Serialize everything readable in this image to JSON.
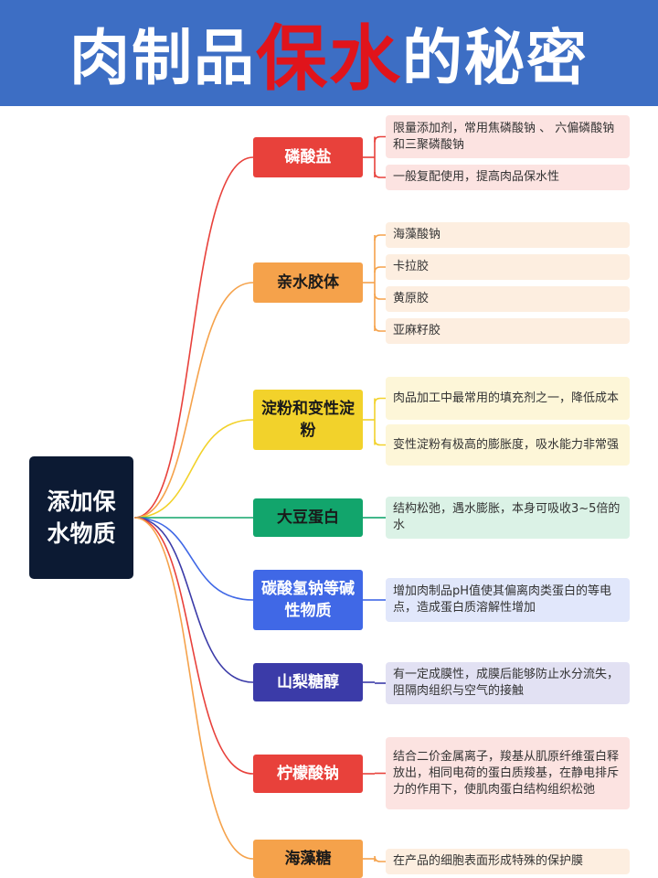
{
  "title": {
    "part1": "肉制品",
    "highlight": "保水",
    "part2": "的秘密"
  },
  "root": {
    "label": "添加保水物质"
  },
  "colors": {
    "header_bg": "#3d6ec4",
    "title_text": "#ffffff",
    "title_highlight": "#e0141b",
    "root_bg": "#0c1a33"
  },
  "branches": [
    {
      "label": "磷酸盐",
      "color": "#e8413b",
      "text_color": "#ffffff",
      "leaf_bg": "#fce3e1",
      "items": [
        "限量添加剂，常用焦磷酸钠 、 六偏磷酸钠和三聚磷酸钠",
        "一般复配使用，提高肉品保水性"
      ]
    },
    {
      "label": "亲水胶体",
      "color": "#f5a24b",
      "text_color": "#1a1a1a",
      "leaf_bg": "#fdeee0",
      "items": [
        "海藻酸钠",
        "卡拉胶",
        "黄原胶",
        "亚麻籽胶"
      ]
    },
    {
      "label": "淀粉和变性淀粉",
      "color": "#f2d22b",
      "text_color": "#1a1a1a",
      "leaf_bg": "#fdf6d8",
      "items": [
        "肉品加工中最常用的填充剂之一，降低成本",
        "变性淀粉有极高的膨胀度，吸水能力非常强"
      ]
    },
    {
      "label": "大豆蛋白",
      "color": "#12a56c",
      "text_color": "#1a1a1a",
      "leaf_bg": "#dbf2e6",
      "items": [
        "结构松弛，遇水膨胀，本身可吸收3~5倍的水"
      ]
    },
    {
      "label": "碳酸氢钠等碱性物质",
      "color": "#4068e6",
      "text_color": "#ffffff",
      "leaf_bg": "#e1e7fb",
      "items": [
        "增加肉制品pH值使其偏离肉类蛋白的等电点，造成蛋白质溶解性增加"
      ]
    },
    {
      "label": "山梨糖醇",
      "color": "#3b3ba8",
      "text_color": "#ffffff",
      "leaf_bg": "#e2e1f3",
      "items": [
        "有一定成膜性，成膜后能够防止水分流失，阻隔肉组织与空气的接触"
      ]
    },
    {
      "label": "柠檬酸钠",
      "color": "#e8413b",
      "text_color": "#ffffff",
      "leaf_bg": "#fce3e1",
      "items": [
        "结合二价金属离子，羧基从肌原纤维蛋白释放出，相同电荷的蛋白质羧基，在静电排斥力的作用下，使肌肉蛋白结构组织松弛"
      ]
    },
    {
      "label": "海藻糖",
      "color": "#f5a24b",
      "text_color": "#1a1a1a",
      "leaf_bg": "#fdeee0",
      "items": [
        "在产品的细胞表面形成特殊的保护膜"
      ]
    }
  ]
}
